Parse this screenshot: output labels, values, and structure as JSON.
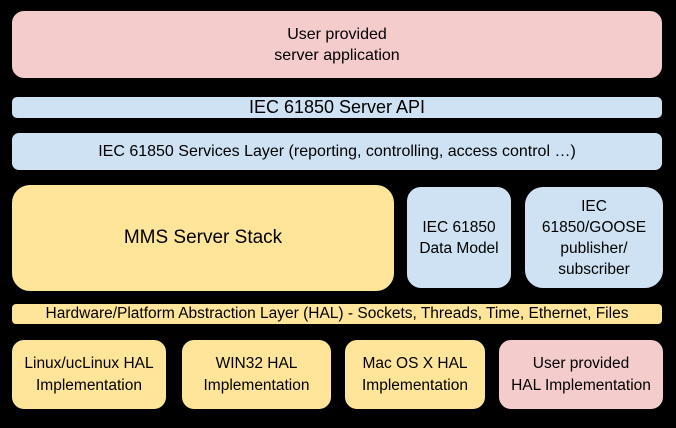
{
  "colors": {
    "background": "#000000",
    "pink_box": "#f4cccc",
    "blue_box": "#cfe2f3",
    "yellow_box": "#ffe599",
    "border": "#000000",
    "text": "#000000"
  },
  "layers": {
    "user_app": {
      "lines": [
        "User provided",
        "server application"
      ]
    },
    "server_api": {
      "label": "IEC 61850 Server API"
    },
    "services": {
      "label": "IEC 61850 Services Layer (reporting, controlling, access control …)"
    },
    "mms": {
      "label": "MMS Server Stack"
    },
    "data_model": {
      "lines": [
        "IEC 61850",
        "Data Model"
      ]
    },
    "goose": {
      "lines": [
        "IEC",
        "61850/GOOSE",
        "publisher/",
        "subscriber"
      ]
    },
    "hal": {
      "label": "Hardware/Platform Abstraction Layer (HAL) - Sockets, Threads, Time, Ethernet, Files"
    },
    "hal_impls": [
      {
        "lines": [
          "Linux/ucLinux HAL",
          "Implementation"
        ]
      },
      {
        "lines": [
          "WIN32 HAL",
          "Implementation"
        ]
      },
      {
        "lines": [
          "Mac OS X HAL",
          "Implementation"
        ]
      },
      {
        "lines": [
          "User provided",
          "HAL Implementation"
        ]
      }
    ]
  }
}
